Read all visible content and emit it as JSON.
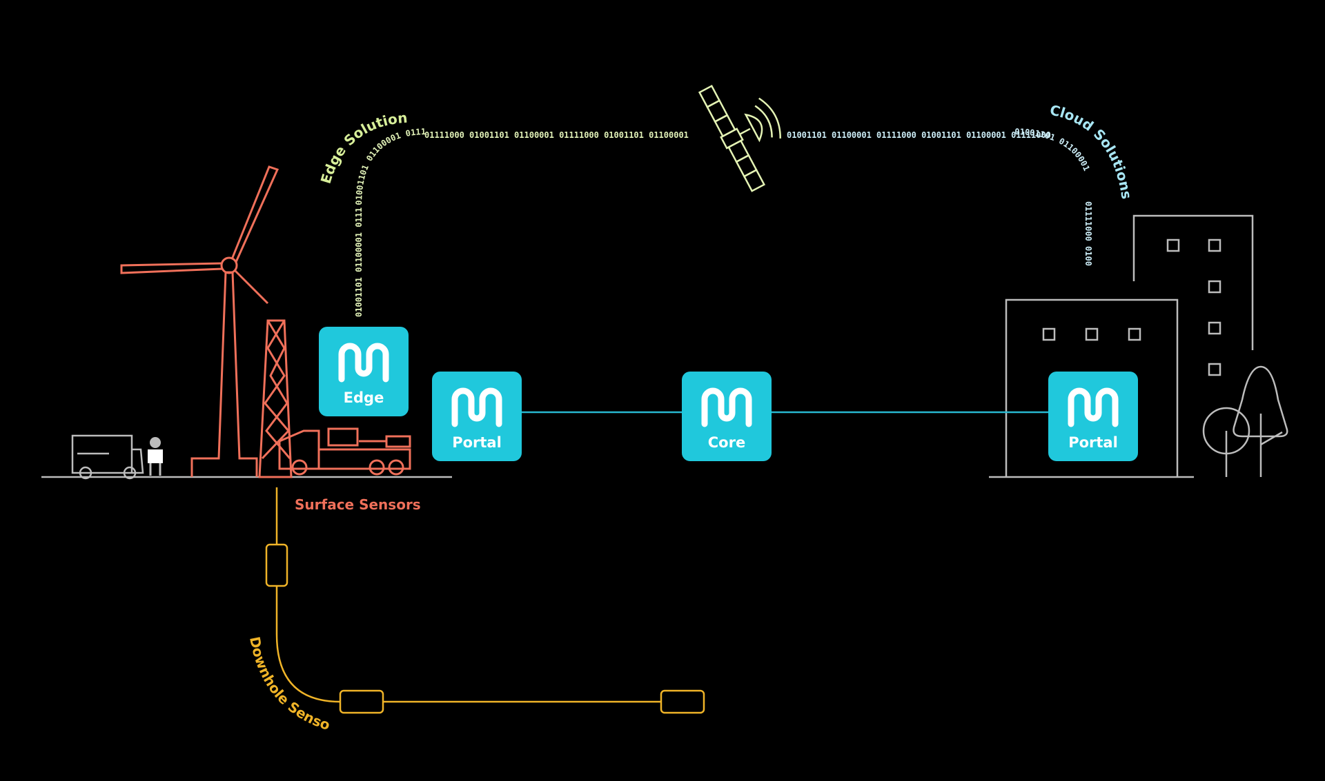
{
  "colors": {
    "background": "#000000",
    "tile": "#20c8dc",
    "link": "#28b8d0",
    "surface": "#f0705a",
    "downhole": "#f0b428",
    "ground": "#bdbdbd",
    "building": "#bdbdbd",
    "edge_label": "#d8ef9a",
    "cloud_label": "#a8e6f4",
    "edge_bits": "#e2f2b8",
    "cloud_bits": "#cdeef8",
    "satellite": "#e4f3b4"
  },
  "labels": {
    "edge_solutions": "Edge Solutions",
    "cloud_solutions": "Cloud Solutions",
    "surface_sensors": "Surface Sensors",
    "downhole_sensors": "Downhole Sensors"
  },
  "tiles": {
    "edge": "Edge",
    "portal_left": "Portal",
    "core": "Core",
    "portal_right": "Portal"
  },
  "binary": {
    "edge_vertical": "01001101 01100001 01111000 01001101 01100001",
    "edge_horizontal": "01111000 01001101 01100001 01111000 01001101 01100001",
    "cloud_horizontal": "01001101 01100001 01111000 01001101 01100001 01111000",
    "cloud_arc": "01001101 01100001",
    "cloud_vertical": "01111000 0100"
  },
  "icons": {
    "logo": "m-wave-logo-icon",
    "satellite": "satellite-icon",
    "wind_turbine": "wind-turbine-icon",
    "drilling_rig": "drilling-rig-icon",
    "truck": "truck-icon",
    "worker": "worker-icon",
    "service_vehicle": "service-truck-icon",
    "office": "office-building-icon",
    "tower": "tower-building-icon",
    "trees": "trees-icon"
  }
}
